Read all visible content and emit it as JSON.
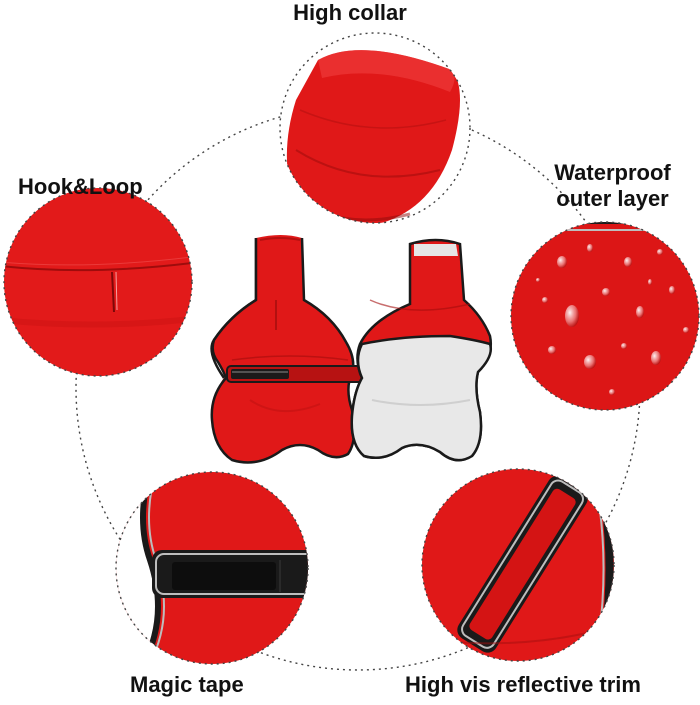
{
  "image": {
    "subject": "red dog raincoat",
    "colors": {
      "coat_red": "#e01818",
      "coat_red_dark": "#b51010",
      "lining_gray": "#e6e6e6",
      "trim_black": "#1a1a1a",
      "reflective_gray": "#bdbdbd",
      "dotted_circle": "#444444"
    }
  },
  "labels": {
    "high_collar": "High collar",
    "hook_loop": "Hook&Loop",
    "waterproof_line1": "Waterproof",
    "waterproof_line2": "outer layer",
    "magic_tape": "Magic tape",
    "reflective_trim": "High vis reflective trim"
  }
}
